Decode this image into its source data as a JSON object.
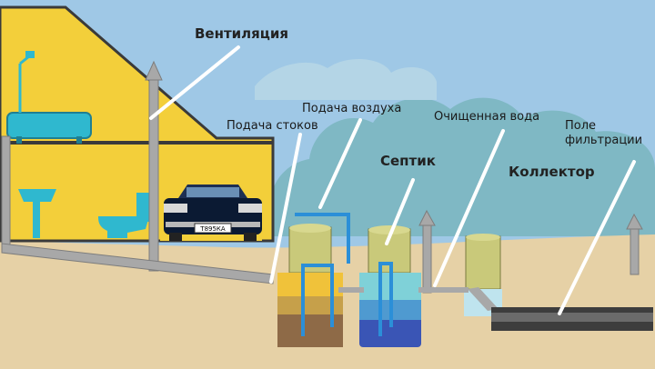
{
  "labels": {
    "ventilation": "Вентиляция",
    "air_supply": "Подача воздуха",
    "sewage_supply": "Подача стоков",
    "treated_water": "Очищенная вода",
    "septic": "Септик",
    "collector": "Коллектор",
    "filtration_field_line1": "Поле",
    "filtration_field_line2": "фильтрации"
  },
  "car_plate": "Т895КА",
  "colors": {
    "sky": "#9fc8e6",
    "cloud": "#7fb8c4",
    "ground": "#e6d1a6",
    "house": "#f3cf3a",
    "house_outline": "#3a3a3a",
    "pipe": "#a8a8a8",
    "air_pipe": "#2b8fd8",
    "tank_lid": "#c9c97a"
  }
}
